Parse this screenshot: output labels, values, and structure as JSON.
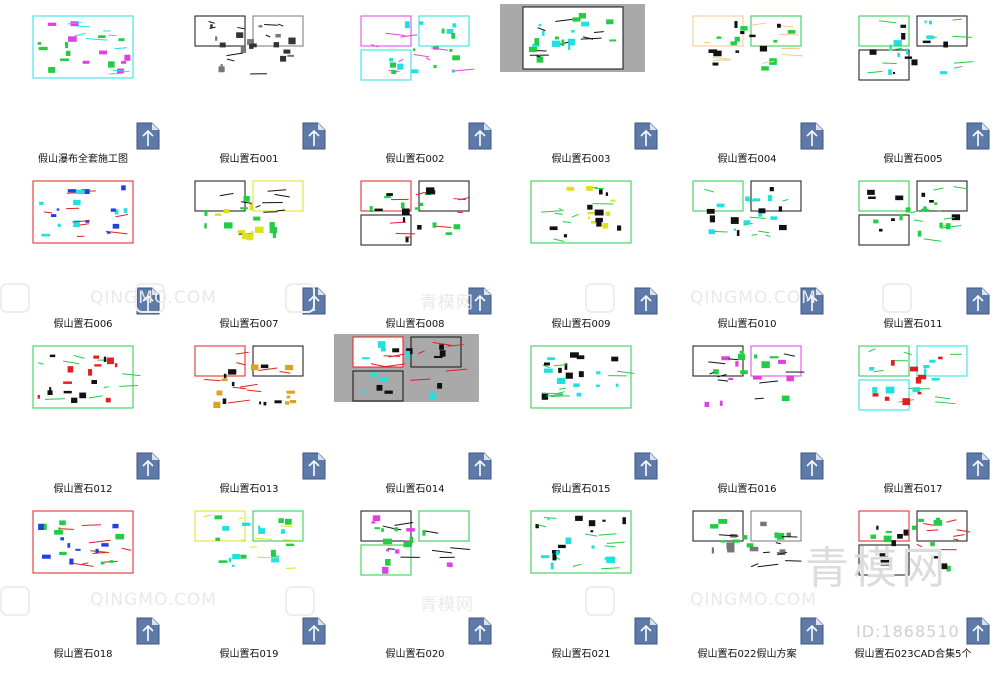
{
  "items": [
    {
      "label": "假山瀑布全套施工图",
      "palette": [
        "#20e0e0",
        "#22cc44",
        "#e040e0"
      ],
      "grey": false
    },
    {
      "label": "假山置石001",
      "palette": [
        "#111111",
        "#333333",
        "#777777"
      ],
      "grey": false
    },
    {
      "label": "假山置石002",
      "palette": [
        "#e040e0",
        "#22cc44",
        "#20e0e0"
      ],
      "grey": false
    },
    {
      "label": "假山置石003",
      "palette": [
        "#111111",
        "#22cc44",
        "#20e0e0"
      ],
      "grey": true
    },
    {
      "label": "假山置石004",
      "palette": [
        "#f5c890",
        "#111111",
        "#22cc44"
      ],
      "grey": false
    },
    {
      "label": "假山置石005",
      "palette": [
        "#22cc44",
        "#20e0e0",
        "#111111"
      ],
      "grey": false
    },
    {
      "label": "假山置石006",
      "palette": [
        "#e02020",
        "#2040e0",
        "#20e0e0"
      ],
      "grey": false
    },
    {
      "label": "假山置石007",
      "palette": [
        "#111111",
        "#22cc44",
        "#e0e020"
      ],
      "grey": false
    },
    {
      "label": "假山置石008",
      "palette": [
        "#e02020",
        "#22cc44",
        "#111111"
      ],
      "grey": false
    },
    {
      "label": "假山置石009",
      "palette": [
        "#22cc44",
        "#111111",
        "#e0e020"
      ],
      "grey": false
    },
    {
      "label": "假山置石010",
      "palette": [
        "#22cc44",
        "#20e0e0",
        "#111111"
      ],
      "grey": false
    },
    {
      "label": "假山置石011",
      "palette": [
        "#22cc44",
        "#22cc44",
        "#111111"
      ],
      "grey": false
    },
    {
      "label": "假山置石012",
      "palette": [
        "#22cc44",
        "#e02020",
        "#111111"
      ],
      "grey": false
    },
    {
      "label": "假山置石013",
      "palette": [
        "#e02020",
        "#e0a020",
        "#111111"
      ],
      "grey": false
    },
    {
      "label": "假山置石014",
      "palette": [
        "#e02020",
        "#20e0e0",
        "#111111"
      ],
      "grey": true
    },
    {
      "label": "假山置石015",
      "palette": [
        "#22cc44",
        "#111111",
        "#20e0e0"
      ],
      "grey": false
    },
    {
      "label": "假山置石016",
      "palette": [
        "#111111",
        "#22cc44",
        "#e040e0"
      ],
      "grey": false
    },
    {
      "label": "假山置石017",
      "palette": [
        "#22cc44",
        "#e02020",
        "#20e0e0"
      ],
      "grey": false
    },
    {
      "label": "假山置石018",
      "palette": [
        "#e02020",
        "#2040e0",
        "#22cc44"
      ],
      "grey": false
    },
    {
      "label": "假山置石019",
      "palette": [
        "#e0e020",
        "#20e0e0",
        "#22cc44"
      ],
      "grey": false
    },
    {
      "label": "假山置石020",
      "palette": [
        "#111111",
        "#e040e0",
        "#22cc44"
      ],
      "grey": false
    },
    {
      "label": "假山置石021",
      "palette": [
        "#22cc44",
        "#111111",
        "#20e0e0"
      ],
      "grey": false
    },
    {
      "label": "假山置石022假山方案",
      "palette": [
        "#111111",
        "#22cc44",
        "#777777"
      ],
      "grey": false
    },
    {
      "label": "假山置石023CAD合集5个",
      "palette": [
        "#e02020",
        "#22cc44",
        "#111111"
      ],
      "grey": false
    }
  ],
  "file_icon": "cad-file-icon",
  "watermark": {
    "big": "青模网",
    "small_latin": "QINGMO.COM",
    "small_cn": "青模网",
    "id": "ID:1868510"
  },
  "colors": {
    "icon_fold": "#d9e2ee",
    "icon_body": "#5d7aa8",
    "icon_bar": "#ffffff"
  }
}
